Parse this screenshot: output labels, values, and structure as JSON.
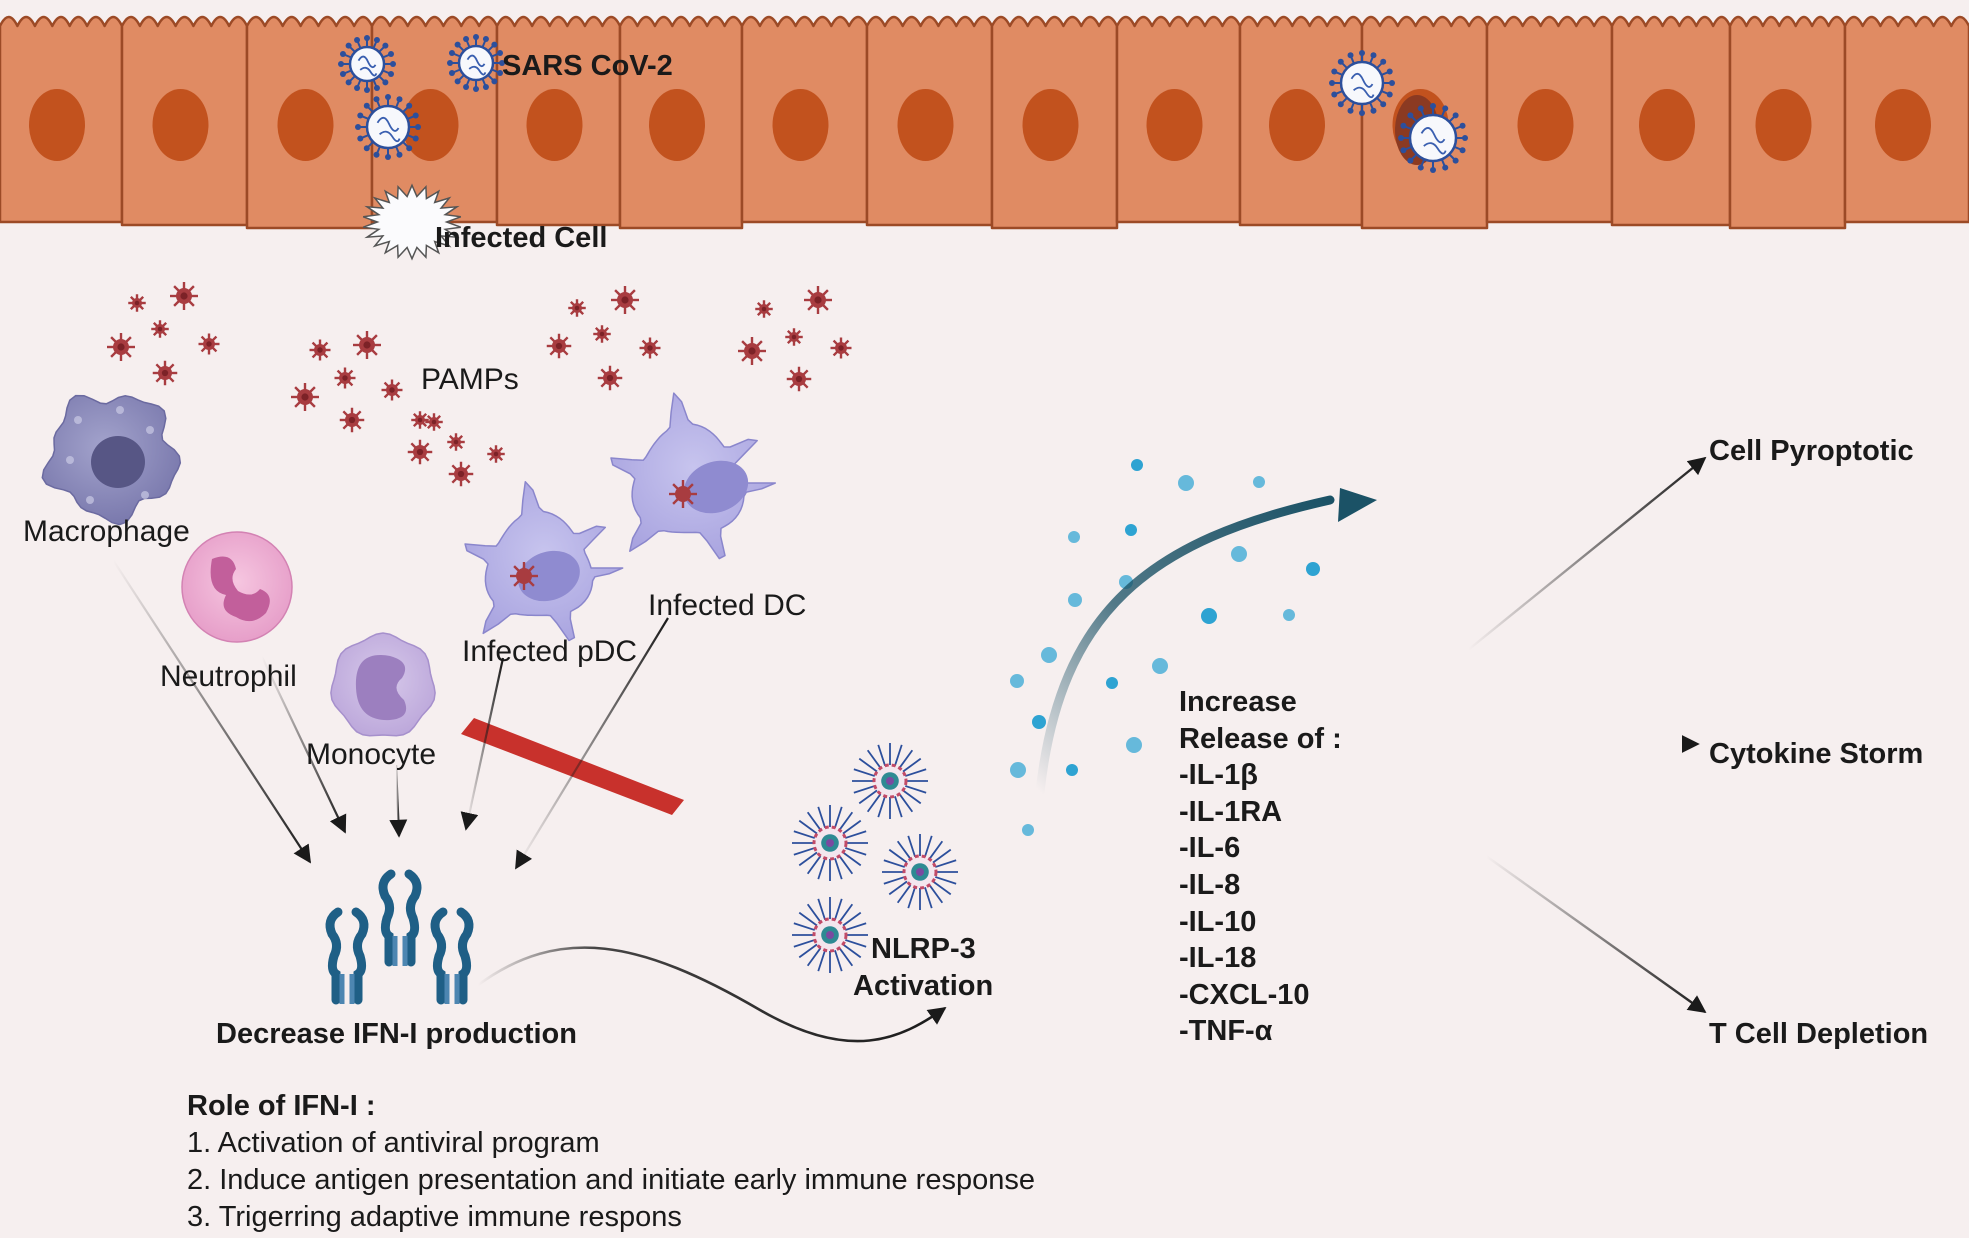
{
  "labels": {
    "sars": "SARS CoV-2",
    "infected_cell": "Infected Cell",
    "pamps": "PAMPs",
    "macrophage": "Macrophage",
    "neutrophil": "Neutrophil",
    "monocyte": "Monocyte",
    "infected_pdc": "Infected pDC",
    "infected_dc": "Infected DC",
    "decrease_ifn": "Decrease IFN-I production",
    "nlrp3_line1": "NLRP-3",
    "nlrp3_line2": "Activation",
    "cell_pyroptotic": "Cell Pyroptotic",
    "cytokine_storm": "Cytokine Storm",
    "t_cell_depletion": "T Cell Depletion"
  },
  "cytokine_release": {
    "heading_line1": "Increase",
    "heading_line2": "Release of :",
    "items": [
      "-IL-1β",
      "-IL-1RA",
      "-IL-6",
      "-IL-8",
      "-IL-10",
      "-IL-18",
      "-CXCL-10",
      "-TNF-α"
    ]
  },
  "role": {
    "title": "Role of IFN-I :",
    "items": [
      "1. Activation of antiviral program",
      "2. Induce antigen presentation and  initiate early immune response",
      "3. Trigerring adaptive immune respons"
    ]
  },
  "colors": {
    "background": "#f6efef",
    "epithelial_cell": "#e08b63",
    "epithelial_border": "#9c4a26",
    "nucleus": "#c2521e",
    "virus_particle": "#a83c40",
    "block_bar": "#c8312c",
    "cytokine_arrow": "#1b5266",
    "cytokine_dots": "#2ea3d2",
    "receptor": "#1f5f86"
  },
  "icons": {
    "virus": "sars-cov-2-virion-icon",
    "pamp": "pamp-particle-icon",
    "macrophage": "macrophage-cell-icon",
    "neutrophil": "neutrophil-cell-icon",
    "monocyte": "monocyte-cell-icon",
    "dendritic": "dendritic-cell-icon",
    "receptor": "ifn-receptor-icon",
    "inflammasome": "nlrp3-inflammasome-icon",
    "inhibition": "inhibition-bar-icon"
  }
}
